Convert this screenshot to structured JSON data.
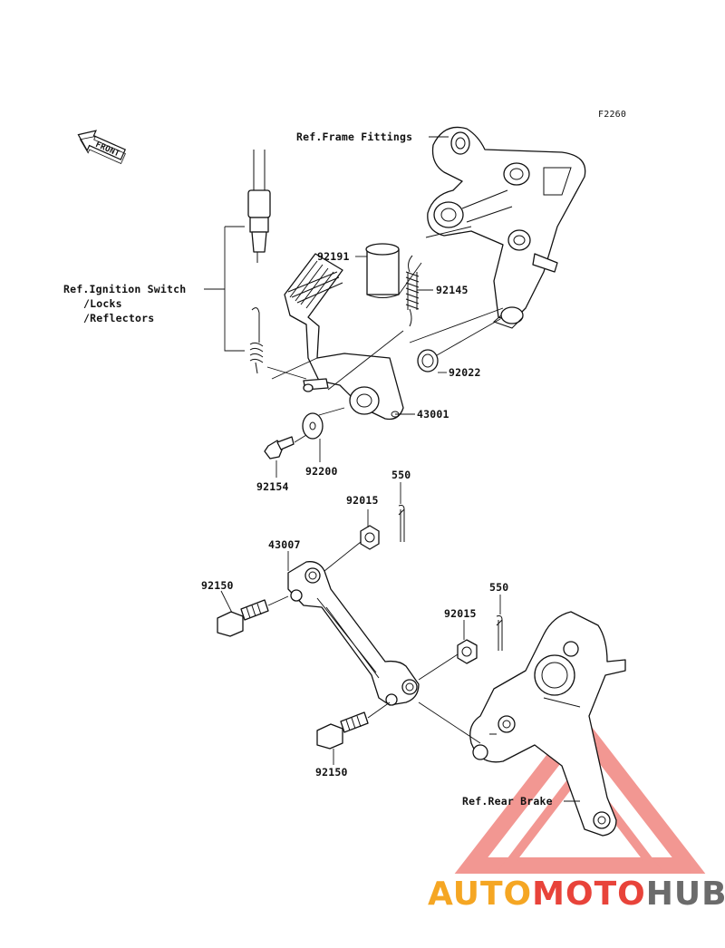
{
  "diagram_code": "F2260",
  "front_marker": "FRONT",
  "references": {
    "frame_fittings": "Ref.Frame Fittings",
    "ignition_line1": "Ref.Ignition Switch",
    "ignition_line2": "/Locks",
    "ignition_line3": "/Reflectors",
    "rear_brake": "Ref.Rear Brake"
  },
  "parts": {
    "p92191": "92191",
    "p92145": "92145",
    "p92022": "92022",
    "p43001": "43001",
    "p92200": "92200",
    "p92154": "92154",
    "p550_top": "550",
    "p92015_top": "92015",
    "p43007": "43007",
    "p92150_top": "92150",
    "p550_bottom": "550",
    "p92015_bottom": "92015",
    "p92150_bottom": "92150"
  },
  "watermark": {
    "part1": "AUTO",
    "part2": "MOTO",
    "part3": "HUB"
  },
  "colors": {
    "line": "#111111",
    "watermark_orange": "#f5a623",
    "watermark_red": "#e8433a",
    "watermark_gray": "#6b6b6b"
  }
}
